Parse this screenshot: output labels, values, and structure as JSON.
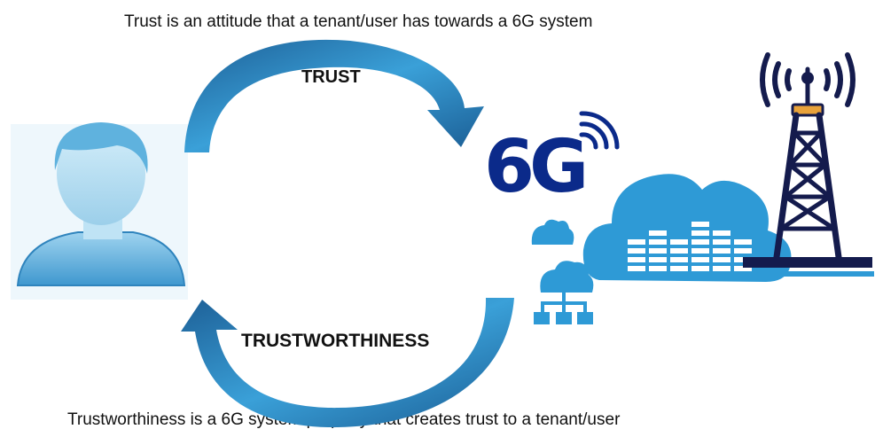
{
  "captions": {
    "top": "Trust is an attitude that a tenant/user has towards a 6G system",
    "bottom": "Trustworthiness is a 6G system property that creates trust to a tenant/user"
  },
  "arrows": {
    "top_label": "TRUST",
    "bottom_label": "TRUSTWORTHINESS"
  },
  "network": {
    "logo_text": "6G"
  },
  "icons": [
    "user-avatar-icon",
    "wifi-signal-icon",
    "small-cloud-icon",
    "cloud-network-icon",
    "cloud-server-icon",
    "cell-tower-icon"
  ],
  "colors": {
    "arrow_blue": "#2f8fcb",
    "logo_navy": "#0b2a8a",
    "cloud_blue": "#2e9ad6",
    "tower_navy": "#141b4d",
    "tower_beacon": "#e8a23a"
  }
}
